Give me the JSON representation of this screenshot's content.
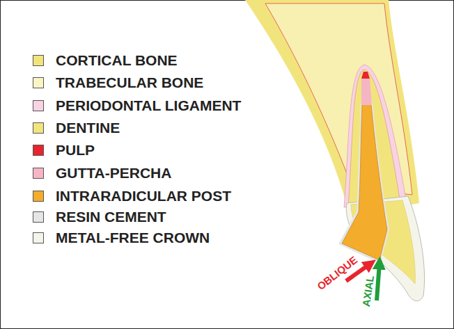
{
  "diagram": {
    "labels": [
      "OBLIQUE",
      "AXIAL"
    ],
    "legend": [
      {
        "text": "CORTICAL BONE",
        "color": "#f2e47c"
      },
      {
        "text": "TRABECULAR BONE",
        "color": "#fbf5c6"
      },
      {
        "text": "PERIODONTAL LIGAMENT",
        "color": "#f7d3e4"
      },
      {
        "text": "DENTINE",
        "color": "#f2e47c"
      },
      {
        "text": "PULP",
        "color": "#e8242c"
      },
      {
        "text": "GUTTA-PERCHA",
        "color": "#f5b5c5"
      },
      {
        "text": "INTRARADICULAR POST",
        "color": "#f3ac2c"
      },
      {
        "text": "RESIN CEMENT",
        "color": "#e6e6e6"
      },
      {
        "text": "METAL-FREE CROWN",
        "color": "#f4f4ea"
      }
    ]
  }
}
